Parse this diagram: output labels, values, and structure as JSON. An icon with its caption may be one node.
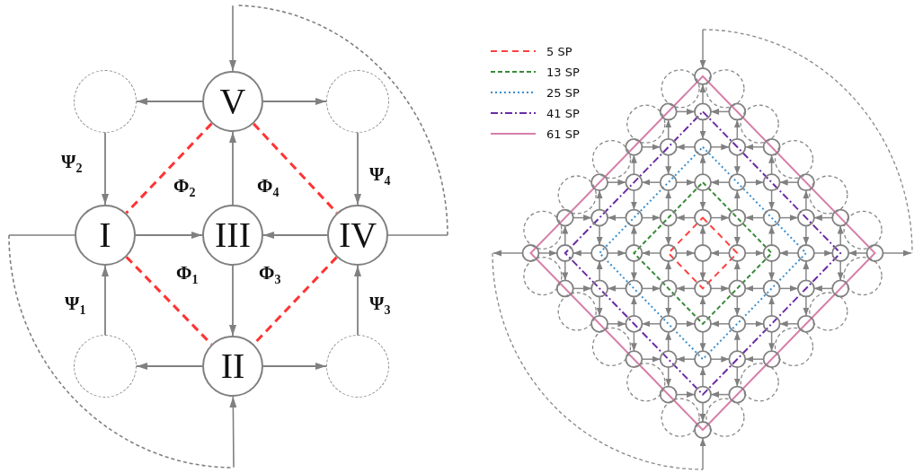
{
  "diagram": {
    "nodes": [
      {
        "text": [
          "V"
        ]
      },
      {
        "text": [],
        "shape": "circle"
      },
      {
        "text": [],
        "shape": "circle"
      },
      {
        "text": [
          "I"
        ]
      },
      {
        "text": [
          "III"
        ]
      },
      {
        "text": [
          "IV"
        ]
      },
      {
        "text": [],
        "shape": "circle"
      },
      {
        "text": [
          "II"
        ]
      },
      {
        "text": [],
        "shape": "circle"
      }
    ],
    "edges": [
      {
        "from": 5,
        "to": 0,
        "arrow": "to",
        "style": "dashed"
      },
      {
        "from": 0,
        "to": 1,
        "arrow": "to"
      },
      {
        "from": 0,
        "to": 2,
        "arrow": "to"
      },
      {
        "from": 1,
        "to": 3,
        "arrow": "to"
      },
      {
        "from": 2,
        "to": 5,
        "arrow": "to"
      },
      {
        "from": 3,
        "to": 4,
        "arrow": "to"
      },
      {
        "from": 5,
        "to": 4,
        "arrow": "to"
      },
      {
        "from": 4,
        "to": 0,
        "arrow": "to"
      },
      {
        "from": 4,
        "to": 7,
        "arrow": "to"
      },
      {
        "from": 3,
        "to": 7,
        "arrow": "to",
        "style": "dashed"
      },
      {
        "from": 7,
        "to": 6,
        "arrow": "to"
      },
      {
        "from": 7,
        "to": 8,
        "arrow": "to"
      },
      {
        "from": 6,
        "to": 3,
        "arrow": "to"
      },
      {
        "from": 8,
        "to": 5,
        "arrow": "to"
      },
      {
        "from": 0,
        "to": 3,
        "arrow": "none",
        "style": "dashed",
        "color": "#ff3333"
      },
      {
        "from": 0,
        "to": 5,
        "arrow": "none",
        "style": "dashed",
        "color": "#ff3333"
      },
      {
        "from": 3,
        "to": 7,
        "arrow": "none",
        "style": "dashed",
        "color": "#ff3333"
      },
      {
        "from": 5,
        "to": 7,
        "arrow": "none",
        "style": "dashed",
        "color": "#ff3333"
      }
    ],
    "labels": [
      "Ψ$_{2}$",
      "Φ$_{2}$",
      "Φ$_{4}$",
      "Ψ$_{4}$",
      "Φ$_{1}$",
      "Φ$_{3}$",
      "Ψ$_{1}$",
      "Ψ$_{3}$"
    ],
    "legend": [
      {
        "text": "5 SP"
      },
      {
        "text": "13 SP"
      },
      {
        "text": "25 SP"
      },
      {
        "text": "41 SP"
      },
      {
        "text": "61 SP"
      }
    ]
  }
}
